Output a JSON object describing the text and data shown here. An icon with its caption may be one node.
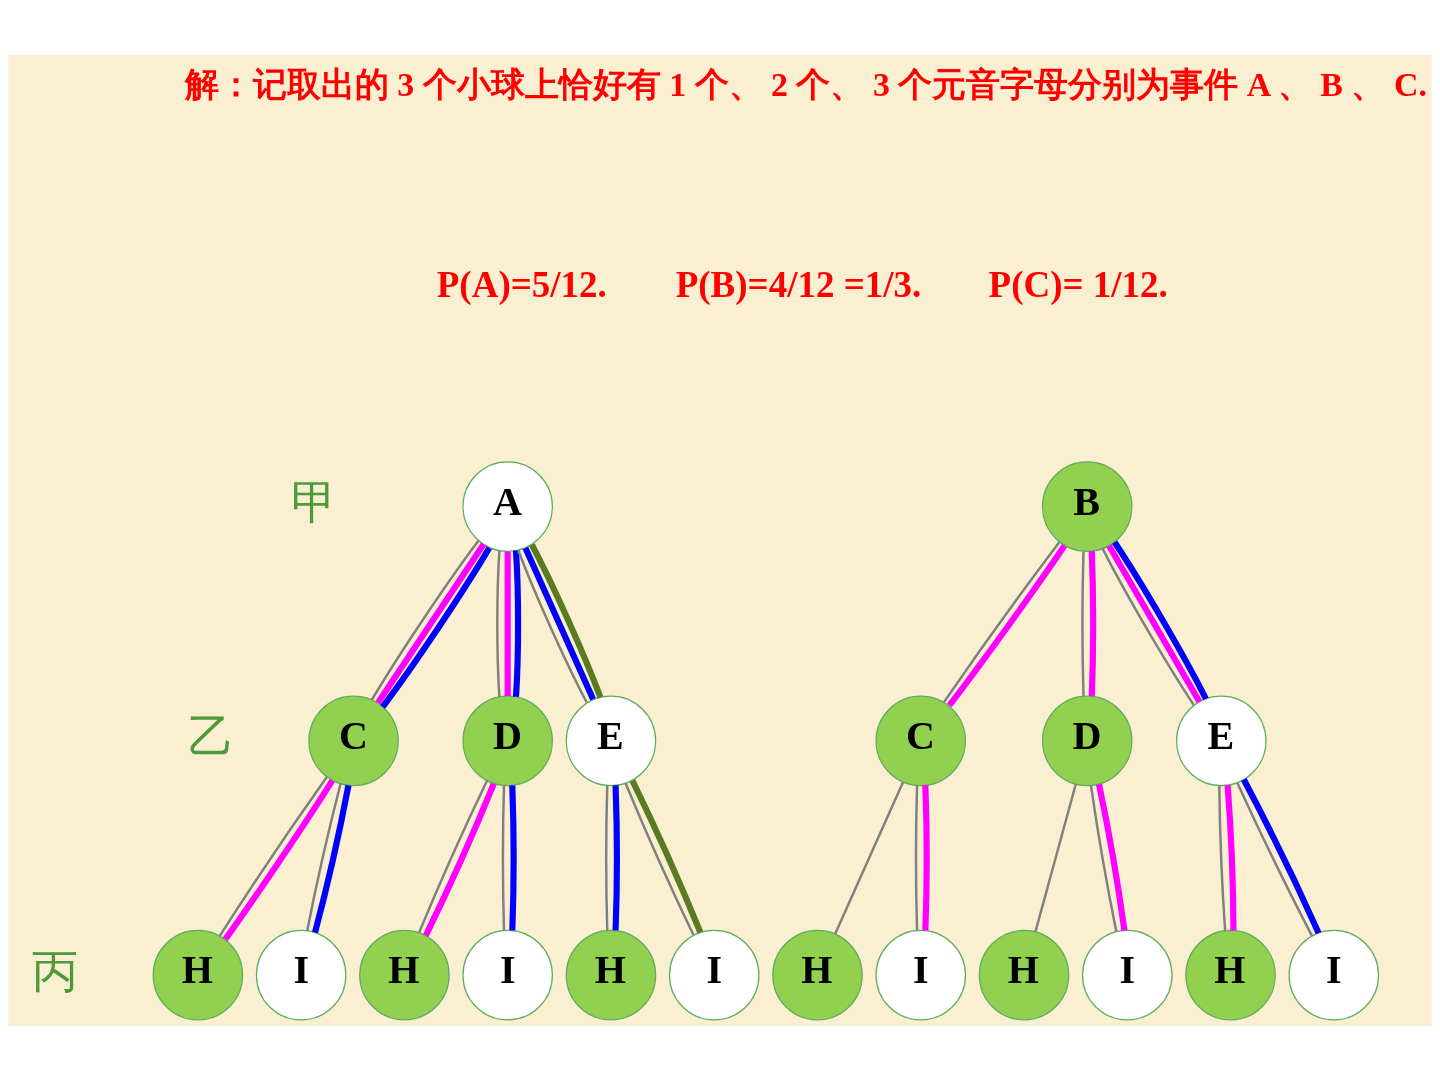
{
  "diagram": {
    "nodes": [
      {
        "text": [
          "A"
        ]
      },
      {
        "text": [
          "C"
        ]
      },
      {
        "text": [
          "D"
        ]
      },
      {
        "text": [
          "E"
        ]
      },
      {
        "text": [
          "H"
        ]
      },
      {
        "text": [
          "I"
        ]
      },
      {
        "text": [
          "H"
        ]
      },
      {
        "text": [
          "I"
        ]
      },
      {
        "text": [
          "H"
        ]
      },
      {
        "text": [
          "I"
        ]
      },
      {
        "text": [
          "B"
        ]
      },
      {
        "text": [
          "C"
        ]
      },
      {
        "text": [
          "D"
        ]
      },
      {
        "text": [
          "E"
        ]
      },
      {
        "text": [
          "H"
        ]
      },
      {
        "text": [
          "I"
        ]
      },
      {
        "text": [
          "H"
        ]
      },
      {
        "text": [
          "I"
        ]
      },
      {
        "text": [
          "H"
        ]
      },
      {
        "text": [
          "I"
        ]
      }
    ],
    "edges": [
      {
        "from": 0,
        "to": 1,
        "arrow": "none"
      },
      {
        "from": 0,
        "to": 2,
        "arrow": "none"
      },
      {
        "from": 0,
        "to": 3,
        "arrow": "none"
      },
      {
        "from": 1,
        "to": 4,
        "arrow": "none"
      },
      {
        "from": 1,
        "to": 5,
        "arrow": "none"
      },
      {
        "from": 2,
        "to": 6,
        "arrow": "none"
      },
      {
        "from": 2,
        "to": 7,
        "arrow": "none"
      },
      {
        "from": 3,
        "to": 8,
        "arrow": "none"
      },
      {
        "from": 3,
        "to": 9,
        "arrow": "none"
      },
      {
        "from": 10,
        "to": 11,
        "arrow": "none"
      },
      {
        "from": 10,
        "to": 12,
        "arrow": "none"
      },
      {
        "from": 10,
        "to": 13,
        "arrow": "none"
      },
      {
        "from": 11,
        "to": 14,
        "arrow": "none"
      },
      {
        "from": 11,
        "to": 15,
        "arrow": "none"
      },
      {
        "from": 12,
        "to": 16,
        "arrow": "none"
      },
      {
        "from": 12,
        "to": 17,
        "arrow": "none"
      },
      {
        "from": 13,
        "to": 18,
        "arrow": "none"
      },
      {
        "from": 13,
        "to": 19,
        "arrow": "none"
      },
      {
        "from": 0,
        "to": 1,
        "arrow": "none",
        "color": "#ff00ff"
      },
      {
        "from": 1,
        "to": 4,
        "arrow": "none",
        "color": "#ff00ff"
      },
      {
        "from": 0,
        "to": 1,
        "arrow": "none",
        "color": "#0000ff"
      },
      {
        "from": 1,
        "to": 5,
        "arrow": "none",
        "color": "#0000ff"
      },
      {
        "from": 0,
        "to": 2,
        "arrow": "none",
        "color": "#ff00ff"
      },
      {
        "from": 2,
        "to": 6,
        "arrow": "none",
        "color": "#ff00ff"
      },
      {
        "from": 0,
        "to": 2,
        "arrow": "none",
        "color": "#0000ff"
      },
      {
        "from": 2,
        "to": 7,
        "arrow": "none",
        "color": "#0000ff"
      },
      {
        "from": 0,
        "to": 3,
        "arrow": "none",
        "color": "#0000ff"
      },
      {
        "from": 3,
        "to": 8,
        "arrow": "none",
        "color": "#0000ff"
      },
      {
        "from": 0,
        "to": 3,
        "arrow": "none",
        "color": "#5b7b23"
      },
      {
        "from": 3,
        "to": 9,
        "arrow": "none",
        "color": "#5b7b23"
      },
      {
        "from": 10,
        "to": 11,
        "arrow": "none",
        "color": "#ff00ff"
      },
      {
        "from": 11,
        "to": 15,
        "arrow": "none",
        "color": "#ff00ff"
      },
      {
        "from": 10,
        "to": 12,
        "arrow": "none",
        "color": "#ff00ff"
      },
      {
        "from": 12,
        "to": 17,
        "arrow": "none",
        "color": "#ff00ff"
      },
      {
        "from": 10,
        "to": 13,
        "arrow": "none",
        "color": "#ff00ff"
      },
      {
        "from": 13,
        "to": 18,
        "arrow": "none",
        "color": "#ff00ff"
      },
      {
        "from": 10,
        "to": 13,
        "arrow": "none",
        "color": "#0000ff"
      },
      {
        "from": 13,
        "to": 19,
        "arrow": "none",
        "color": "#0000ff"
      }
    ],
    "labels": [
      "解：记取出的 3 个小球上恰好有 1 个、 2 个、 3 个元音字母分别为事件 A 、 B 、 C.",
      "P(A)=5/12.",
      "P(B)=4/12 =1/3.",
      "P(C)= 1/12.",
      "甲",
      "乙",
      "丙"
    ]
  }
}
